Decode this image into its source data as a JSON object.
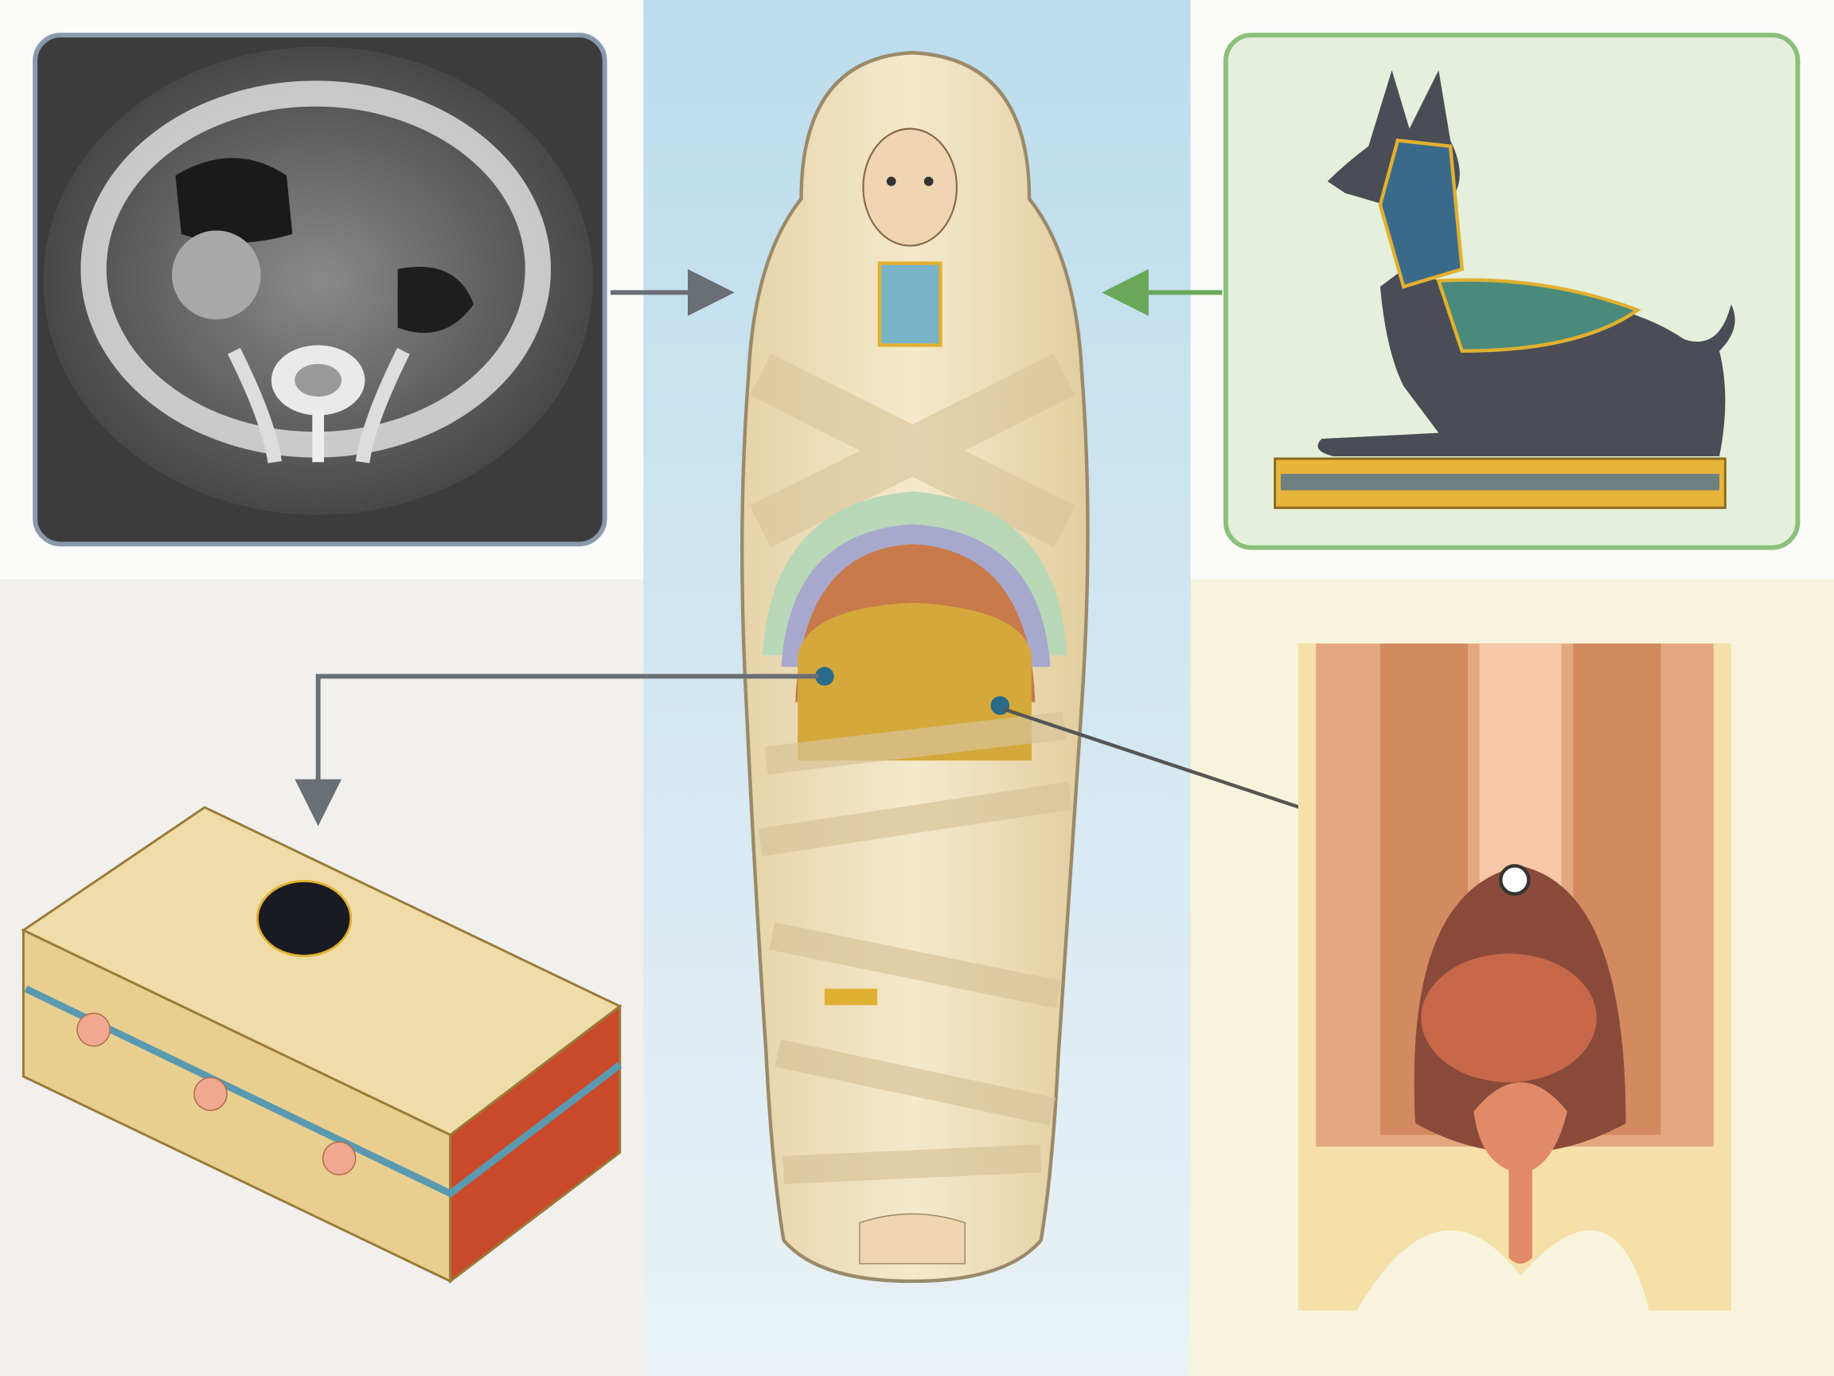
{
  "figure": {
    "panels": [
      {
        "id": "ct-scan",
        "icon": "ct-scan-cross-section-icon"
      },
      {
        "id": "anubis",
        "icon": "anubis-jackal-statue-icon"
      },
      {
        "id": "mummy",
        "icon": "wrapped-mummy-cutaway-icon"
      },
      {
        "id": "canopic-box",
        "icon": "scarab-box-icon"
      },
      {
        "id": "abdomen-anatomy",
        "icon": "abdominal-anatomy-icon"
      }
    ],
    "connections": [
      {
        "from": "ct-scan",
        "to": "mummy"
      },
      {
        "from": "anubis",
        "to": "mummy"
      },
      {
        "from": "mummy",
        "to": "canopic-box"
      },
      {
        "from": "mummy",
        "to": "abdomen-anatomy"
      }
    ]
  },
  "colors": {
    "center_bg_top": "#bcdcec",
    "center_bg_bottom": "#eaf2f5",
    "left_bottom_bg": "#f1f0ed",
    "right_bottom_bg": "#f8f3dc",
    "ct_border": "#8a9aac",
    "anubis_border": "#8cc07a",
    "anubis_bg": "#e4f0dc",
    "arrow_gray": "#6a6f75",
    "arrow_green": "#6aa85a",
    "linen": "#efe0bc",
    "gold": "#e0b030"
  }
}
